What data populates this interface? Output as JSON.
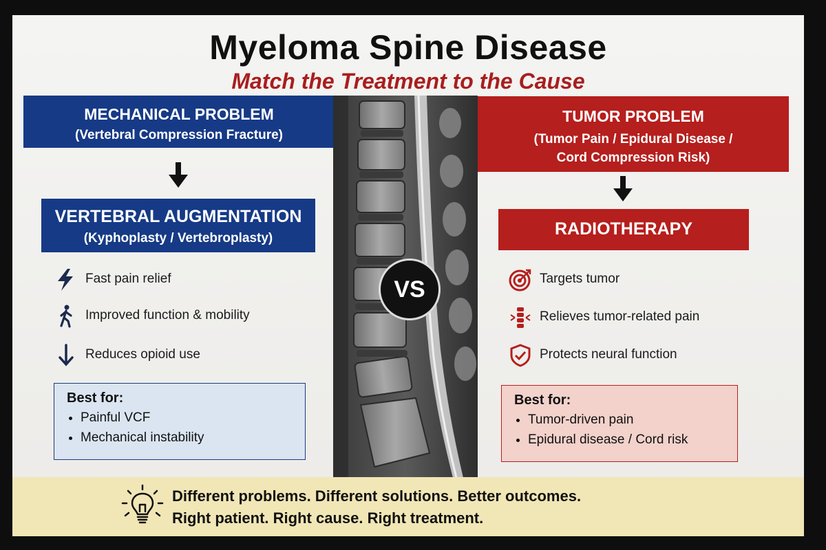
{
  "title": "Myeloma Spine Disease",
  "subtitle": "Match the Treatment to the Cause",
  "left": {
    "problem": {
      "title": "MECHANICAL PROBLEM",
      "detail": "(Vertebral Compression Fracture)"
    },
    "treatment": {
      "title": "VERTEBRAL AUGMENTATION",
      "detail": "(Kyphoplasty / Vertebroplasty)"
    },
    "benefits": [
      {
        "icon": "lightning-bolt-icon",
        "text": "Fast pain relief"
      },
      {
        "icon": "walking-person-icon",
        "text": "Improved function & mobility"
      },
      {
        "icon": "down-arrow-icon",
        "text": "Reduces opioid use"
      }
    ],
    "best_for": {
      "title": "Best for:",
      "items": [
        "Painful VCF",
        "Mechanical instability"
      ]
    }
  },
  "right": {
    "problem": {
      "title": "TUMOR PROBLEM",
      "detail_line1": "(Tumor Pain / Epidural Disease /",
      "detail_line2": "Cord Compression Risk)"
    },
    "treatment": {
      "title": "RADIOTHERAPY"
    },
    "benefits": [
      {
        "icon": "target-icon",
        "text": "Targets tumor"
      },
      {
        "icon": "spine-pain-icon",
        "text": "Relieves tumor-related pain"
      },
      {
        "icon": "shield-check-icon",
        "text": "Protects neural function"
      }
    ],
    "best_for": {
      "title": "Best for:",
      "items": [
        "Tumor-driven pain",
        "Epidural disease / Cord risk"
      ]
    }
  },
  "center": {
    "vs": "VS",
    "image": "spine-mri-image"
  },
  "footer": {
    "icon": "lightbulb-icon",
    "line1": "Different problems.  Different solutions.  Better outcomes.",
    "line2": "Right patient. Right cause. Right treatment."
  },
  "colors": {
    "blue": "#163a86",
    "red": "#b51f1d",
    "footer_bg": "#f1e6b6",
    "subtitle": "#a81e1e"
  }
}
